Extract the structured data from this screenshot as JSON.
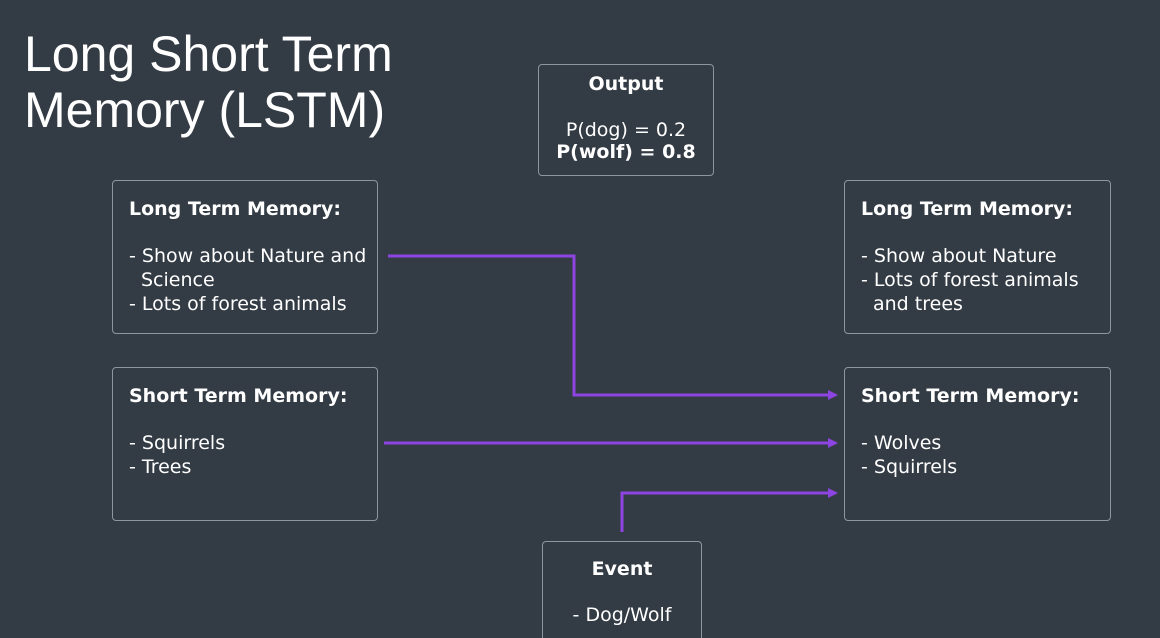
{
  "title": {
    "line1": "Long Short Term",
    "line2": "Memory (LSTM)"
  },
  "output": {
    "heading": "Output",
    "p_dog": "P(dog) = 0.2",
    "p_wolf": "P(wolf) = 0.8"
  },
  "ltm_in": {
    "heading": "Long Term Memory:",
    "items": [
      "Show about Nature and Science",
      "Lots of forest animals"
    ]
  },
  "stm_in": {
    "heading": "Short Term Memory:",
    "items": [
      "Squirrels",
      "Trees"
    ]
  },
  "ltm_out": {
    "heading": "Long Term Memory:",
    "items": [
      "Show about Nature",
      "Lots of forest animals and trees"
    ]
  },
  "stm_out": {
    "heading": "Short Term Memory:",
    "items": [
      "Wolves",
      "Squirrels"
    ]
  },
  "event": {
    "heading": "Event",
    "items": [
      "Dog/Wolf"
    ]
  },
  "colors": {
    "background": "#333b44",
    "arrow": "#8e44e0",
    "box_border": "#8d969f",
    "text": "#ffffff"
  }
}
